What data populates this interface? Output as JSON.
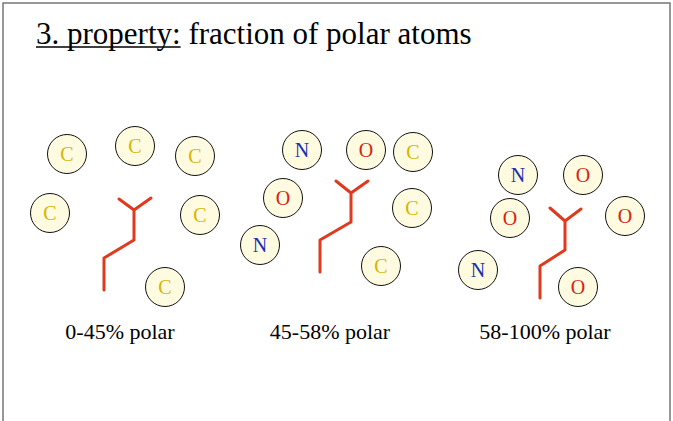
{
  "diagram": {
    "title": "3. property: fraction of polar atoms",
    "nodes": [
      {
        "text": [
          "C"
        ]
      },
      {
        "text": [
          "C"
        ]
      },
      {
        "text": [
          "C"
        ]
      },
      {
        "text": [
          "C"
        ]
      },
      {
        "text": [
          "C"
        ]
      },
      {
        "text": [
          "C"
        ]
      },
      {
        "text": [
          "N"
        ]
      },
      {
        "text": [
          "O"
        ]
      },
      {
        "text": [
          "C"
        ]
      },
      {
        "text": [
          "O"
        ]
      },
      {
        "text": [
          "C"
        ]
      },
      {
        "text": [
          "N"
        ]
      },
      {
        "text": [
          "C"
        ]
      },
      {
        "text": [
          "N"
        ]
      },
      {
        "text": [
          "O"
        ]
      },
      {
        "text": [
          "O"
        ]
      },
      {
        "text": [
          "O"
        ]
      },
      {
        "text": [
          "N"
        ]
      },
      {
        "text": [
          "O"
        ]
      }
    ],
    "labels": [
      "0-45% polar",
      "45-58% polar",
      "58-100% polar"
    ]
  }
}
